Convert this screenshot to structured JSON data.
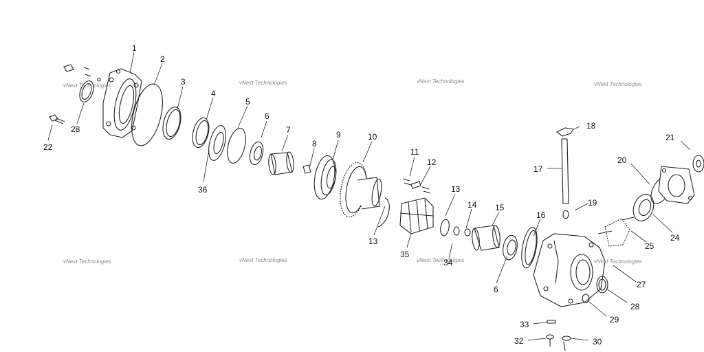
{
  "watermark": "vNext Technologies",
  "callouts": {
    "c1": "1",
    "c2": "2",
    "c3": "3",
    "c4": "4",
    "c5": "5",
    "c6a": "6",
    "c6b": "6",
    "c7": "7",
    "c8": "8",
    "c9": "9",
    "c10": "10",
    "c11": "11",
    "c12": "12",
    "c13a": "13",
    "c13b": "13",
    "c14": "14",
    "c15": "15",
    "c16": "16",
    "c17": "17",
    "c18": "18",
    "c19": "19",
    "c20": "20",
    "c21": "21",
    "c22": "22",
    "c24": "24",
    "c25": "25",
    "c27": "27",
    "c28a": "28",
    "c28b": "28",
    "c29": "29",
    "c30": "30",
    "c32": "32",
    "c33": "33",
    "c34": "34",
    "c35": "35",
    "c36": "36"
  }
}
